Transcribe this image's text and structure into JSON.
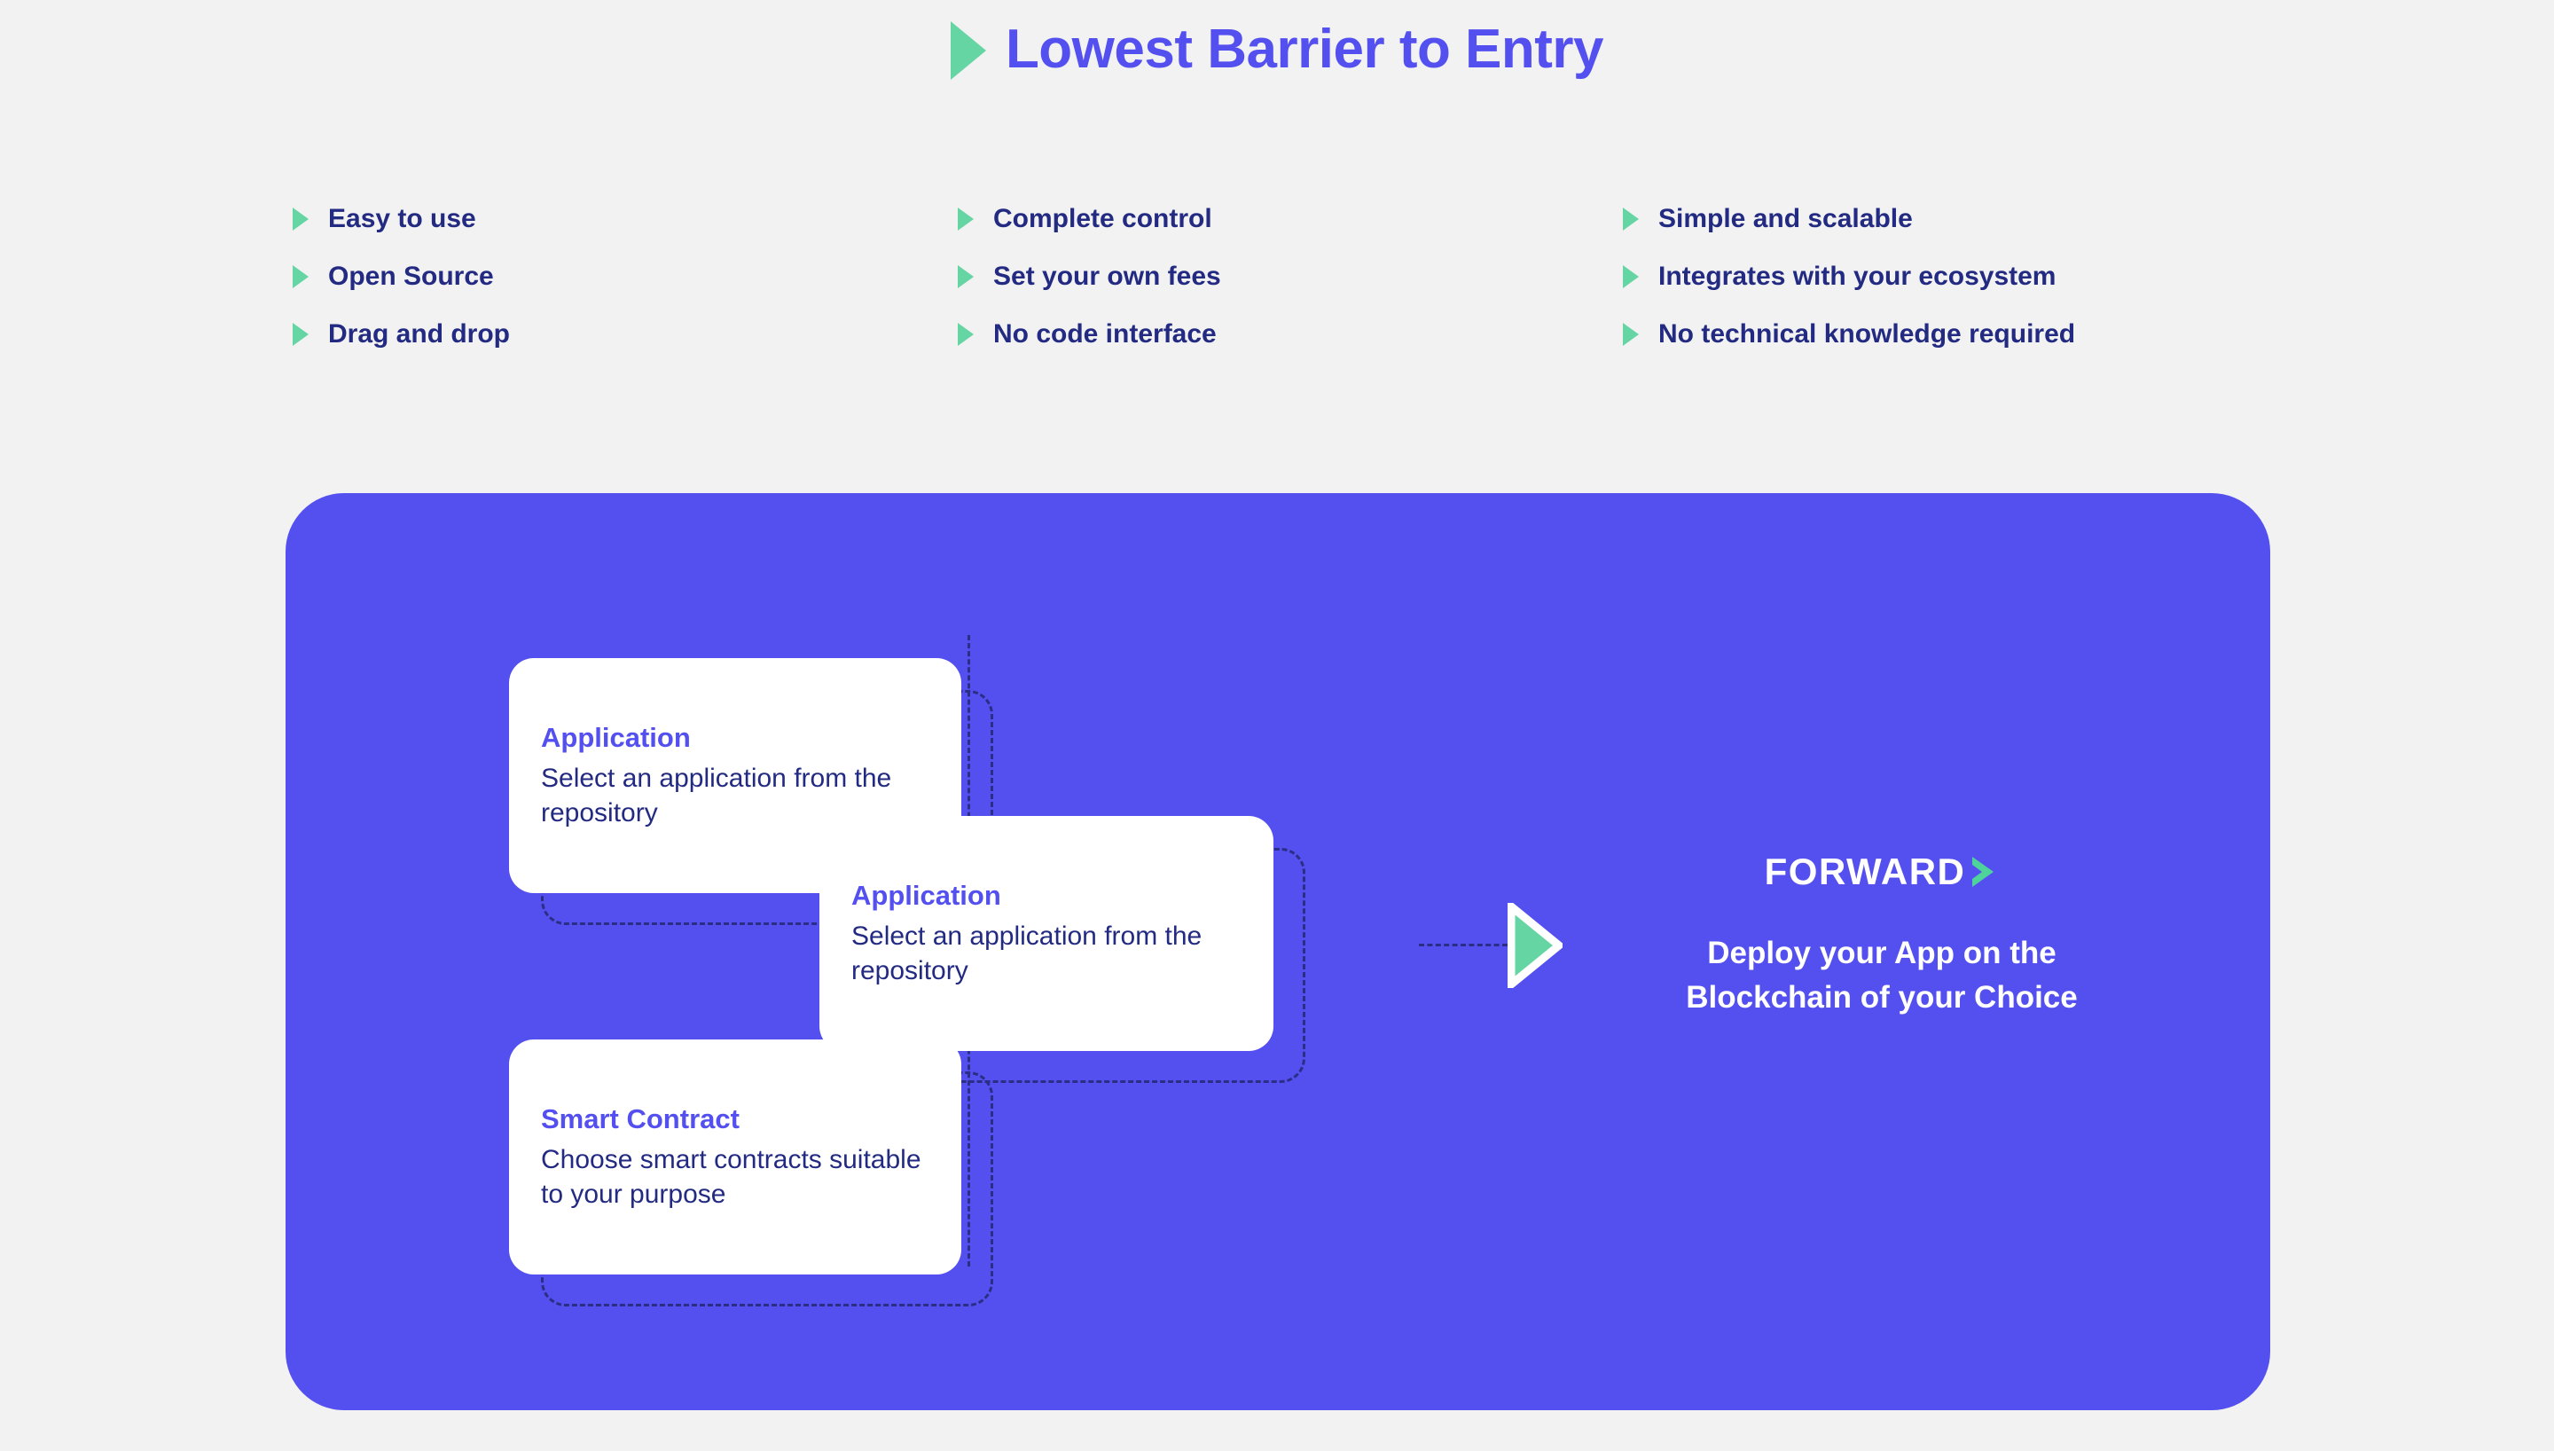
{
  "colors": {
    "background": "#f2f2f2",
    "brand_indigo": "#5450f0",
    "accent_green": "#66d5a4",
    "text_navy": "#232a82",
    "dash_navy": "#2b2e84",
    "card_white": "#ffffff"
  },
  "header": {
    "title": "Lowest Barrier to Entry",
    "bullet_icon": "triangle-right-icon"
  },
  "features": {
    "columns": [
      {
        "items": [
          {
            "label": "Easy to use",
            "icon": "triangle-right-icon"
          },
          {
            "label": "Open Source",
            "icon": "triangle-right-icon"
          },
          {
            "label": "Drag and drop",
            "icon": "triangle-right-icon"
          }
        ]
      },
      {
        "items": [
          {
            "label": "Complete control",
            "icon": "triangle-right-icon"
          },
          {
            "label": "Set your own fees",
            "icon": "triangle-right-icon"
          },
          {
            "label": "No code interface",
            "icon": "triangle-right-icon"
          }
        ]
      },
      {
        "items": [
          {
            "label": "Simple and scalable",
            "icon": "triangle-right-icon"
          },
          {
            "label": "Integrates with your ecosystem",
            "icon": "triangle-right-icon"
          },
          {
            "label": "No technical knowledge required",
            "icon": "triangle-right-icon"
          }
        ]
      }
    ]
  },
  "diagram": {
    "cards": [
      {
        "title": "Application",
        "description": "Select an application from the repository"
      },
      {
        "title": "Smart Contract",
        "description": "Choose smart contracts suitable to your purpose"
      },
      {
        "title": "Application",
        "description": "Select an application from the repository"
      }
    ],
    "arrow_icon": "arrow-right-outline-icon",
    "forward": {
      "logo_text": "FORWARD",
      "logo_icon": "chevron-right-icon",
      "tagline": "Deploy your App on the Blockchain of your Choice"
    }
  }
}
